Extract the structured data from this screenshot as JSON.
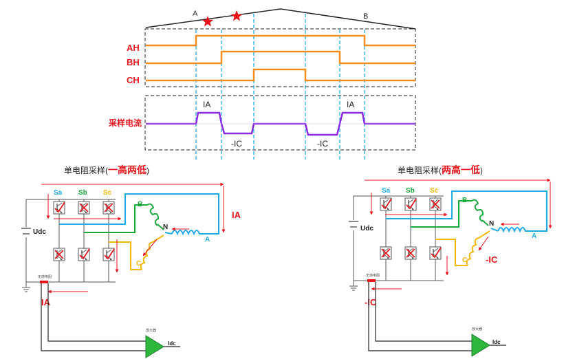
{
  "timing": {
    "marker_a": "A",
    "marker_b": "B",
    "channels": [
      {
        "label": "AH",
        "color": "#f28c1e"
      },
      {
        "label": "BH",
        "color": "#f28c1e"
      },
      {
        "label": "CH",
        "color": "#f28c1e"
      }
    ],
    "sample": {
      "label": "采样电流",
      "color": "#8a2be2",
      "levels": [
        "IA",
        "-IC",
        "-IC",
        "IA"
      ]
    }
  },
  "circuits": [
    {
      "title_prefix": "单电阻采样",
      "title_paren_open": "(",
      "title_emph": "一高两低",
      "title_paren_close": ")",
      "phases": [
        "Sa",
        "Sb",
        "Sc"
      ],
      "supply": "Udc",
      "neutral": "N",
      "coil_a": "A",
      "coil_b": "B",
      "coil_c": "C",
      "resistor": "无感电阻",
      "amplifier": "放大器",
      "output": "Idc",
      "current_right": "IA",
      "current_left": "IA"
    },
    {
      "title_prefix": "单电阻采样",
      "title_paren_open": "(",
      "title_emph": "两高一低",
      "title_paren_close": ")",
      "phases": [
        "Sa",
        "Sb",
        "Sc"
      ],
      "supply": "Udc",
      "neutral": "N",
      "coil_a": "A",
      "coil_b": "B",
      "coil_c": "C",
      "resistor": "无感电阻",
      "amplifier": "放大器",
      "output": "Idc",
      "current_right": "-IC",
      "current_left": "-IC"
    }
  ],
  "colors": {
    "accent_red": "#e8141b",
    "dash_blue": "#1fa9e1",
    "phase_a": "#1fa9e1",
    "phase_b": "#19a83a",
    "phase_c": "#f5b800",
    "amp_green": "#2db83d"
  }
}
